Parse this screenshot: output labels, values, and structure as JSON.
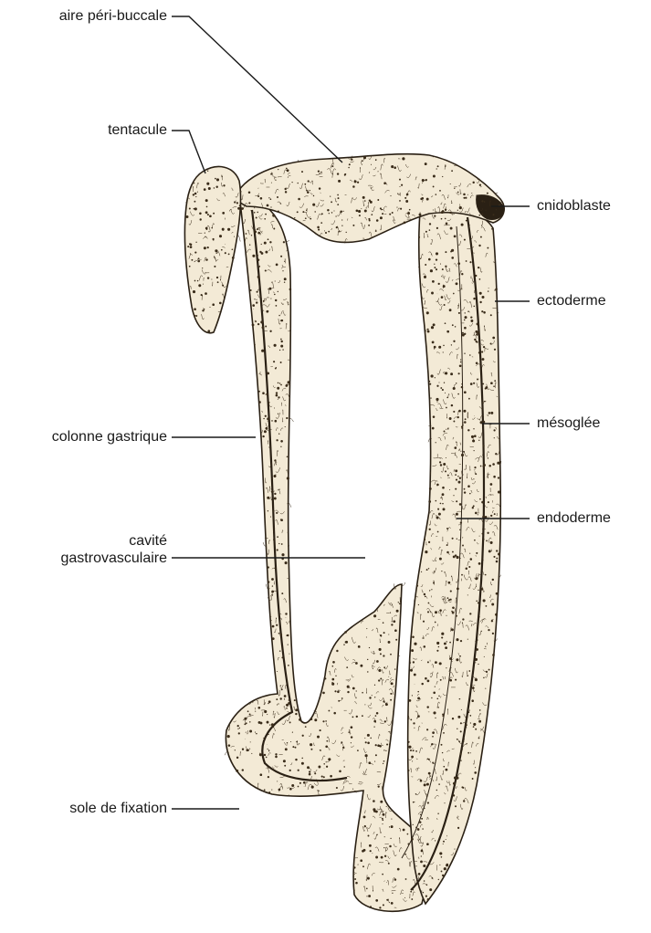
{
  "labels": {
    "aire_peri_buccale": "aire péri-buccale",
    "tentacule": "tentacule",
    "cnidoblaste": "cnidoblaste",
    "ectoderme": "ectoderme",
    "mesoglee": "mésoglée",
    "colonne_gastrique": "colonne gastrique",
    "endoderme": "endoderme",
    "cavite_line1": "cavité",
    "cavite_line2": "gastrovasculaire",
    "sole_de_fixation": "sole de fixation"
  },
  "colors": {
    "ink": "#1a1a1a",
    "tissue_fill": "#f3ead6",
    "tissue_stroke": "#2a2014",
    "stipple": "#3a2c1a"
  }
}
